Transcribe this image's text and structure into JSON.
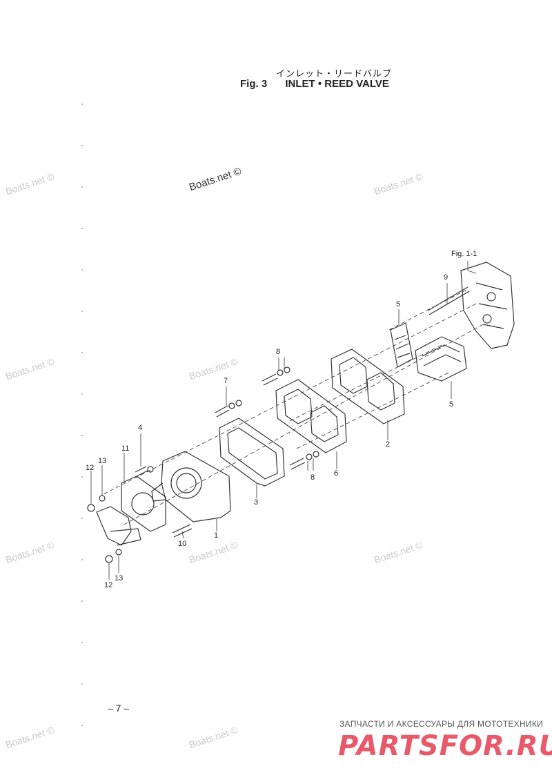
{
  "header": {
    "title_jp": "インレット・リードバルブ",
    "fig": "Fig. 3",
    "title": "INLET • REED VALVE"
  },
  "watermark": "Boats.net ©",
  "ref": "Fig. 1-1",
  "labels": {
    "l1": "1",
    "l2": "2",
    "l3": "3",
    "l4": "4",
    "l5a": "5",
    "l5b": "5",
    "l6": "6",
    "l7": "7",
    "l8a": "8",
    "l8b": "8",
    "l9": "9",
    "l10": "10",
    "l11": "11",
    "l12a": "12",
    "l12b": "12",
    "l13a": "13",
    "l13b": "13"
  },
  "page_number": "– 7 –",
  "ad": {
    "tagline": "ЗАПЧАСТИ И АКСЕССУАРЫ ДЛЯ МОТОТЕХНИКИ",
    "logo": "PARTSFOR.RU"
  },
  "colors": {
    "line": "#333333",
    "watermark": "#c9c9c9",
    "logo": "#e8596a"
  }
}
